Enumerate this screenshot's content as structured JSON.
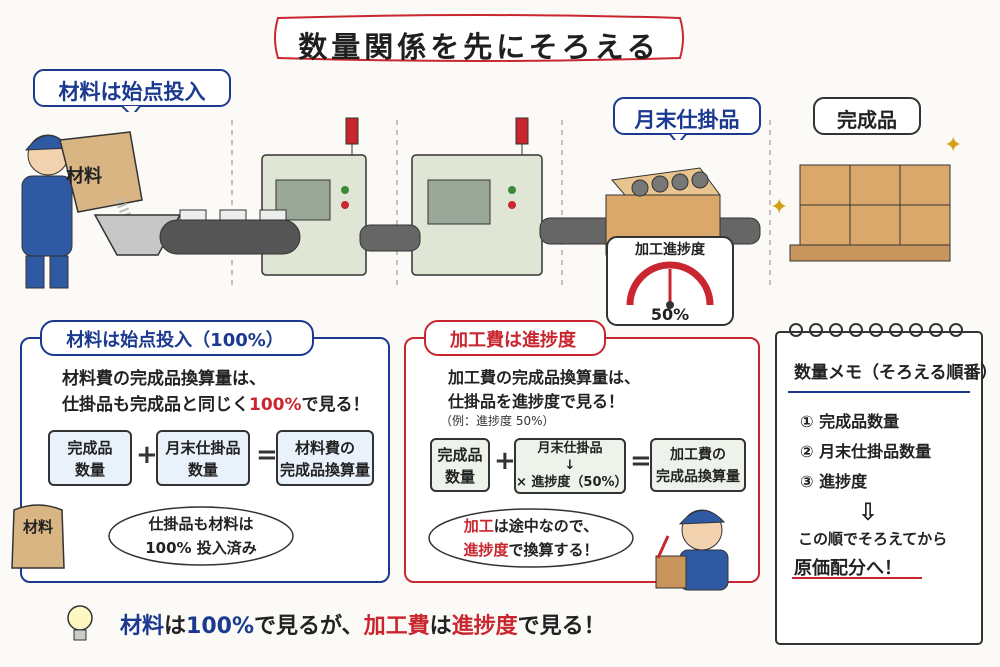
{
  "title": "数量関係を先にそろえる",
  "scene": {
    "material_start_label": "材料は始点投入",
    "material_bag_text": "材料",
    "wip_label": "月末仕掛品",
    "finished_label": "完成品",
    "gauge_label": "加工進捗度",
    "gauge_value": "50%",
    "gauge_fraction": 0.5
  },
  "material_panel": {
    "title": "材料は始点投入（100%）",
    "line1": "材料費の完成品換算量は、",
    "line2_a": "仕掛品も完成品と同じく",
    "line2_pct": "100%",
    "line2_b": "で見る！",
    "box1_l1": "完成品",
    "box1_l2": "数量",
    "plus": "+",
    "box2_l1": "月末仕掛品",
    "box2_l2": "数量",
    "equals": "=",
    "box3_l1": "材料費の",
    "box3_l2": "完成品換算量",
    "cloud_l1": "仕掛品も材料は",
    "cloud_l2": "100% 投入済み",
    "bag_text": "材料"
  },
  "conversion_panel": {
    "title": "加工費は進捗度",
    "line1": "加工費の完成品換算量は、",
    "line2": "仕掛品を進捗度で見る！",
    "example": "（例：進捗度 50%）",
    "box1_l1": "完成品",
    "box1_l2": "数量",
    "plus": "+",
    "box2_l1": "月末仕掛品",
    "box2_arrow": "↓",
    "box2_l3": "× 進捗度（50%）",
    "equals": "=",
    "box3_l1": "加工費の",
    "box3_l2": "完成品換算量",
    "cloud_l1_a": "加工",
    "cloud_l1_b": "は途中なので、",
    "cloud_l2_a": "進捗度",
    "cloud_l2_b": "で換算する！"
  },
  "memo": {
    "title": "数量メモ（そろえる順番）",
    "item1": "① 完成品数量",
    "item2": "② 月末仕掛品数量",
    "item3": "③ 進捗度",
    "arrow": "⇩",
    "footer1": "この順でそろえてから",
    "footer2": "原価配分へ！"
  },
  "summary": {
    "p1": "材料",
    "p2": "は",
    "p3": "100%",
    "p4": "で見るが、",
    "p5": "加工費",
    "p6": "は",
    "p7": "進捗度",
    "p8": "で見る！"
  },
  "colors": {
    "blue": "#1b3a8f",
    "red": "#c9262f",
    "machine": "#dfe6d6",
    "box_blue": "#e9f1fb",
    "box_green": "#edf3ea",
    "cardboard": "#d9a86a"
  }
}
